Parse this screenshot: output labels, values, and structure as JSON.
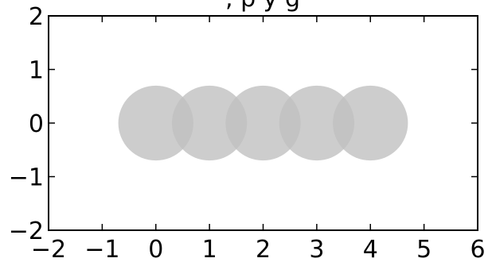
{
  "chart_data": {
    "type": "scatter",
    "title": ", p y g",
    "xlabel": "",
    "ylabel": "",
    "xlim": [
      -2,
      6
    ],
    "ylim": [
      -2,
      2
    ],
    "xticks": [
      -2,
      -1,
      0,
      1,
      2,
      3,
      4,
      5,
      6
    ],
    "yticks": [
      -2,
      -1,
      0,
      1,
      2
    ],
    "xtick_labels": [
      "−2",
      "−1",
      "0",
      "1",
      "2",
      "3",
      "4",
      "5",
      "6"
    ],
    "ytick_labels": [
      "−2",
      "−1",
      "0",
      "1",
      "2"
    ],
    "grid": false,
    "series": [
      {
        "marker": "circle",
        "color": "#c0c0c0",
        "alpha": 0.8,
        "radius": 0.7,
        "x": [
          0,
          1,
          2,
          3,
          4
        ],
        "y": [
          0,
          0,
          0,
          0,
          0
        ]
      }
    ]
  }
}
